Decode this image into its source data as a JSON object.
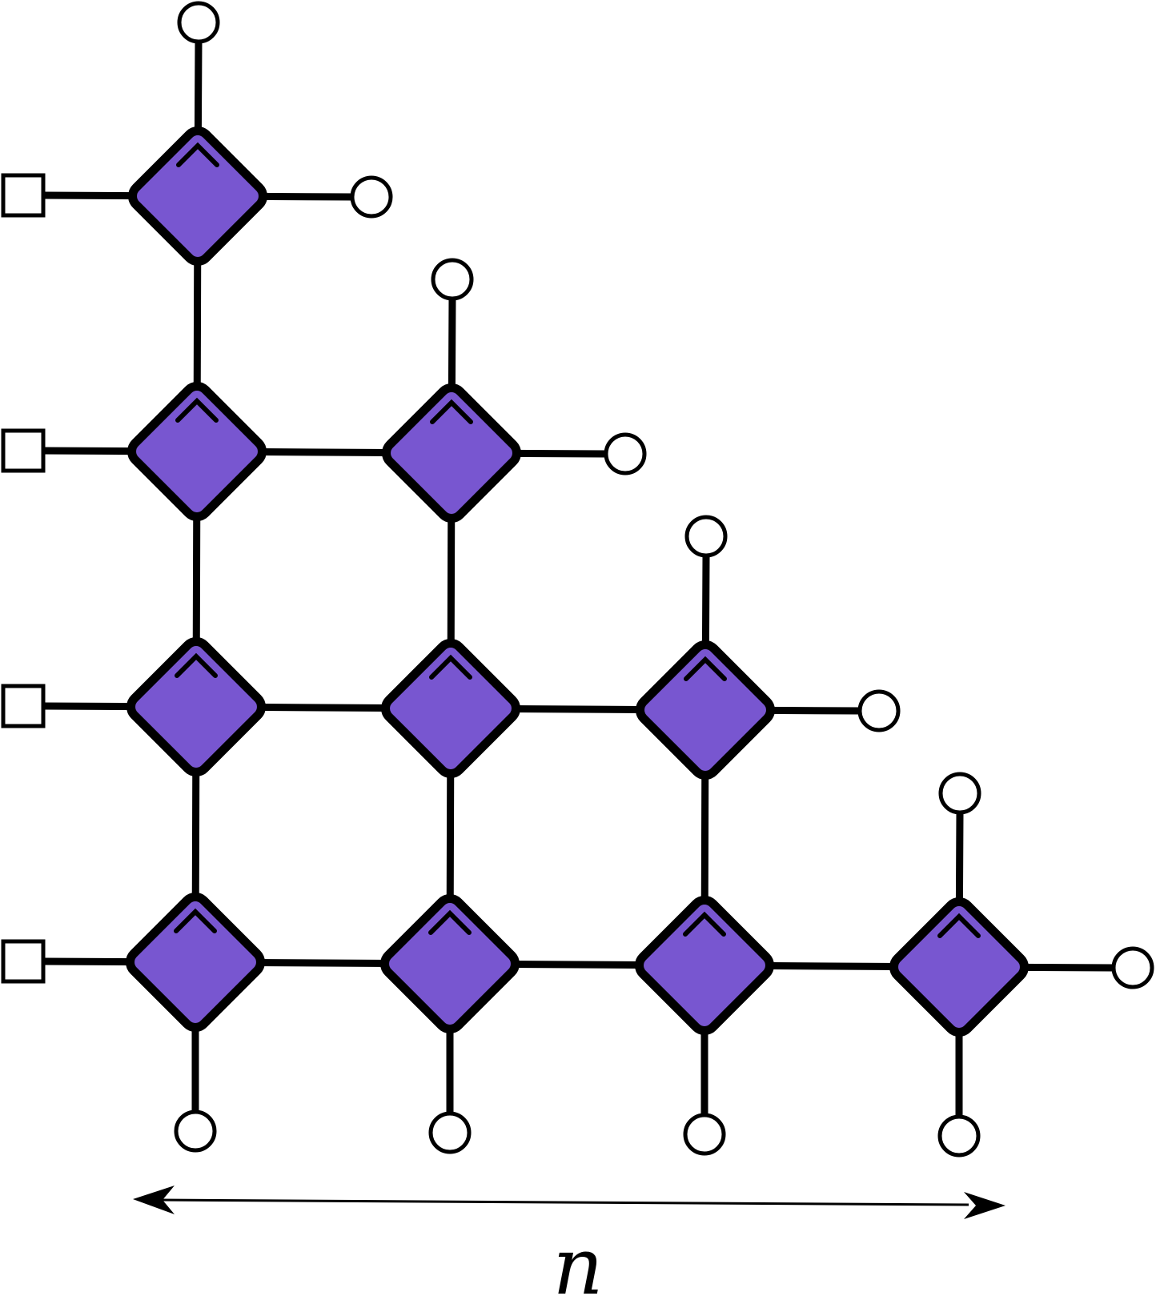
{
  "diagram": {
    "rows": 4,
    "colors": {
      "node_fill": "#7856D0",
      "stroke": "#000000",
      "background": "#ffffff"
    },
    "node_marker_glyph": "^",
    "left_terminal_shape": "square",
    "right_terminal_shape": "circle",
    "top_terminal_shape": "circle",
    "bottom_terminal_shape": "circle"
  },
  "dimension": {
    "label": "n",
    "arrow": "double-headed"
  }
}
